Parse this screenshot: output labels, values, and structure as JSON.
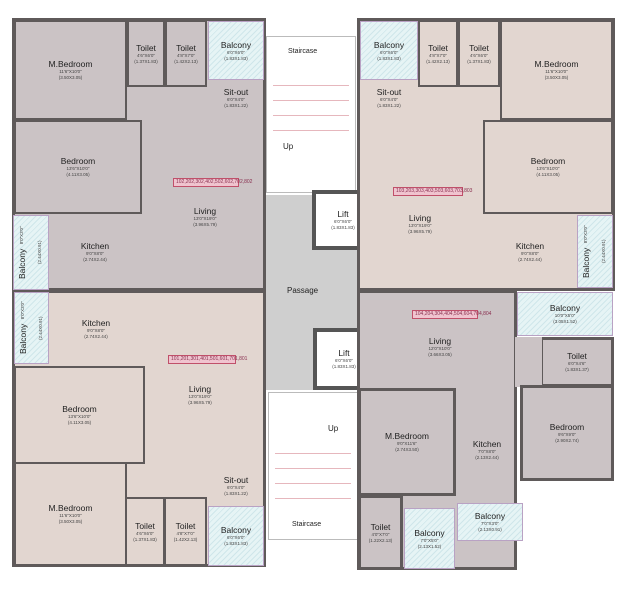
{
  "top_left": {
    "m_bedroom": {
      "name": "M.Bedroom",
      "dims": "11'6\"X10'0\"",
      "area": "(3.50X3.05)"
    },
    "toilet1": {
      "name": "Toilet",
      "dims": "4'6\"X6'0\"",
      "area": "(1.37X1.83)"
    },
    "toilet2": {
      "name": "Toilet",
      "dims": "4'8\"X7'0\"",
      "area": "(1.42X2.13)"
    },
    "balcony": {
      "name": "Balcony",
      "dims": "6'0\"X6'0\"",
      "area": "(1.83X1.83)"
    },
    "sitout": {
      "name": "Sit-out",
      "dims": "6'0\"X4'0\"",
      "area": "(1.83X1.22)"
    },
    "bedroom": {
      "name": "Bedroom",
      "dims": "13'6\"X10'0\"",
      "area": "(4.11X3.05)"
    },
    "kitchen": {
      "name": "Kitchen",
      "dims": "9'0\"X8'0\"",
      "area": "(2.74X2.44)"
    },
    "balcony_side": {
      "name": "Balcony",
      "dims": "8'0\"X3'0\"",
      "area": "(2.44X0.91)"
    },
    "living": {
      "name": "Living",
      "dims": "13'0\"X19'0\"",
      "area": "(3.96X5.79)"
    },
    "flats": "102,202,302,402,502,602,702,802"
  },
  "top_right": {
    "m_bedroom": {
      "name": "M.Bedroom",
      "dims": "11'6\"X10'0\"",
      "area": "(3.50X3.05)"
    },
    "toilet1": {
      "name": "Toilet",
      "dims": "4'8\"X7'0\"",
      "area": "(1.42X2.13)"
    },
    "toilet2": {
      "name": "Toilet",
      "dims": "4'6\"X6'0\"",
      "area": "(1.37X1.83)"
    },
    "balcony": {
      "name": "Balcony",
      "dims": "6'0\"X6'0\"",
      "area": "(1.83X1.83)"
    },
    "sitout": {
      "name": "Sit-out",
      "dims": "6'0\"X4'0\"",
      "area": "(1.83X1.22)"
    },
    "bedroom": {
      "name": "Bedroom",
      "dims": "13'6\"X10'0\"",
      "area": "(4.11X3.05)"
    },
    "kitchen": {
      "name": "Kitchen",
      "dims": "9'0\"X8'0\"",
      "area": "(2.74X2.44)"
    },
    "balcony_side": {
      "name": "Balcony",
      "dims": "8'0\"X3'0\"",
      "area": "(2.44X0.91)"
    },
    "living": {
      "name": "Living",
      "dims": "13'0\"X19'0\"",
      "area": "(3.96X5.79)"
    },
    "flats": "103,203,303,403,503,603,703,803"
  },
  "bottom_left": {
    "m_bedroom": {
      "name": "M.Bedroom",
      "dims": "11'6\"X10'0\"",
      "area": "(3.50X3.05)"
    },
    "toilet1": {
      "name": "Toilet",
      "dims": "4'6\"X6'0\"",
      "area": "(1.37X1.83)"
    },
    "toilet2": {
      "name": "Toilet",
      "dims": "4'8\"X7'0\"",
      "area": "(1.42X2.13)"
    },
    "balcony": {
      "name": "Balcony",
      "dims": "6'0\"X6'0\"",
      "area": "(1.83X1.83)"
    },
    "sitout": {
      "name": "Sit-out",
      "dims": "6'0\"X4'0\"",
      "area": "(1.83X1.22)"
    },
    "bedroom": {
      "name": "Bedroom",
      "dims": "13'6\"X10'0\"",
      "area": "(4.11X3.05)"
    },
    "kitchen": {
      "name": "Kitchen",
      "dims": "9'0\"X8'0\"",
      "area": "(2.74X2.44)"
    },
    "balcony_side": {
      "name": "Balcony",
      "dims": "8'0\"X3'0\"",
      "area": "(2.44X0.91)"
    },
    "living": {
      "name": "Living",
      "dims": "13'0\"X19'0\"",
      "area": "(3.96X5.79)"
    },
    "flats": "101,201,301,401,501,601,701,801"
  },
  "bottom_right": {
    "living": {
      "name": "Living",
      "dims": "12'0\"X10'0\"",
      "area": "(3.66X3.05)"
    },
    "balcony_top": {
      "name": "Balcony",
      "dims": "10'0\"X5'0\"",
      "area": "(3.05X1.52)"
    },
    "toilet_top": {
      "name": "Toilet",
      "dims": "6'0\"X4'6\"",
      "area": "(1.83X1.37)"
    },
    "bedroom": {
      "name": "Bedroom",
      "dims": "9'6\"X9'0\"",
      "area": "(2.90X2.74)"
    },
    "m_bedroom": {
      "name": "M.Bedroom",
      "dims": "9'0\"X11'6\"",
      "area": "(2.74X3.50)"
    },
    "kitchen": {
      "name": "Kitchen",
      "dims": "7'0\"X8'0\"",
      "area": "(2.13X2.44)"
    },
    "toilet": {
      "name": "Toilet",
      "dims": "4'0\"X7'0\"",
      "area": "(1.22X2.13)"
    },
    "balcony_mid": {
      "name": "Balcony",
      "dims": "7'0\"X5'0\"",
      "area": "(2.13X1.52)"
    },
    "balcony_right": {
      "name": "Balcony",
      "dims": "7'0\"X3'0\"",
      "area": "(2.13X0.91)"
    },
    "flats": "104,204,304,404,504,604,704,804"
  },
  "core": {
    "staircase_top": "Staircase",
    "up_top": "Up",
    "staircase_bottom": "Staircase",
    "up_bottom": "Up",
    "passage": "Passage",
    "lift_top": {
      "name": "Lift",
      "dims": "6'0\"X6'0\"",
      "area": "(1.83X1.83)"
    },
    "lift_bottom": {
      "name": "Lift",
      "dims": "6'0\"X6'0\"",
      "area": "(1.83X1.83)"
    }
  }
}
